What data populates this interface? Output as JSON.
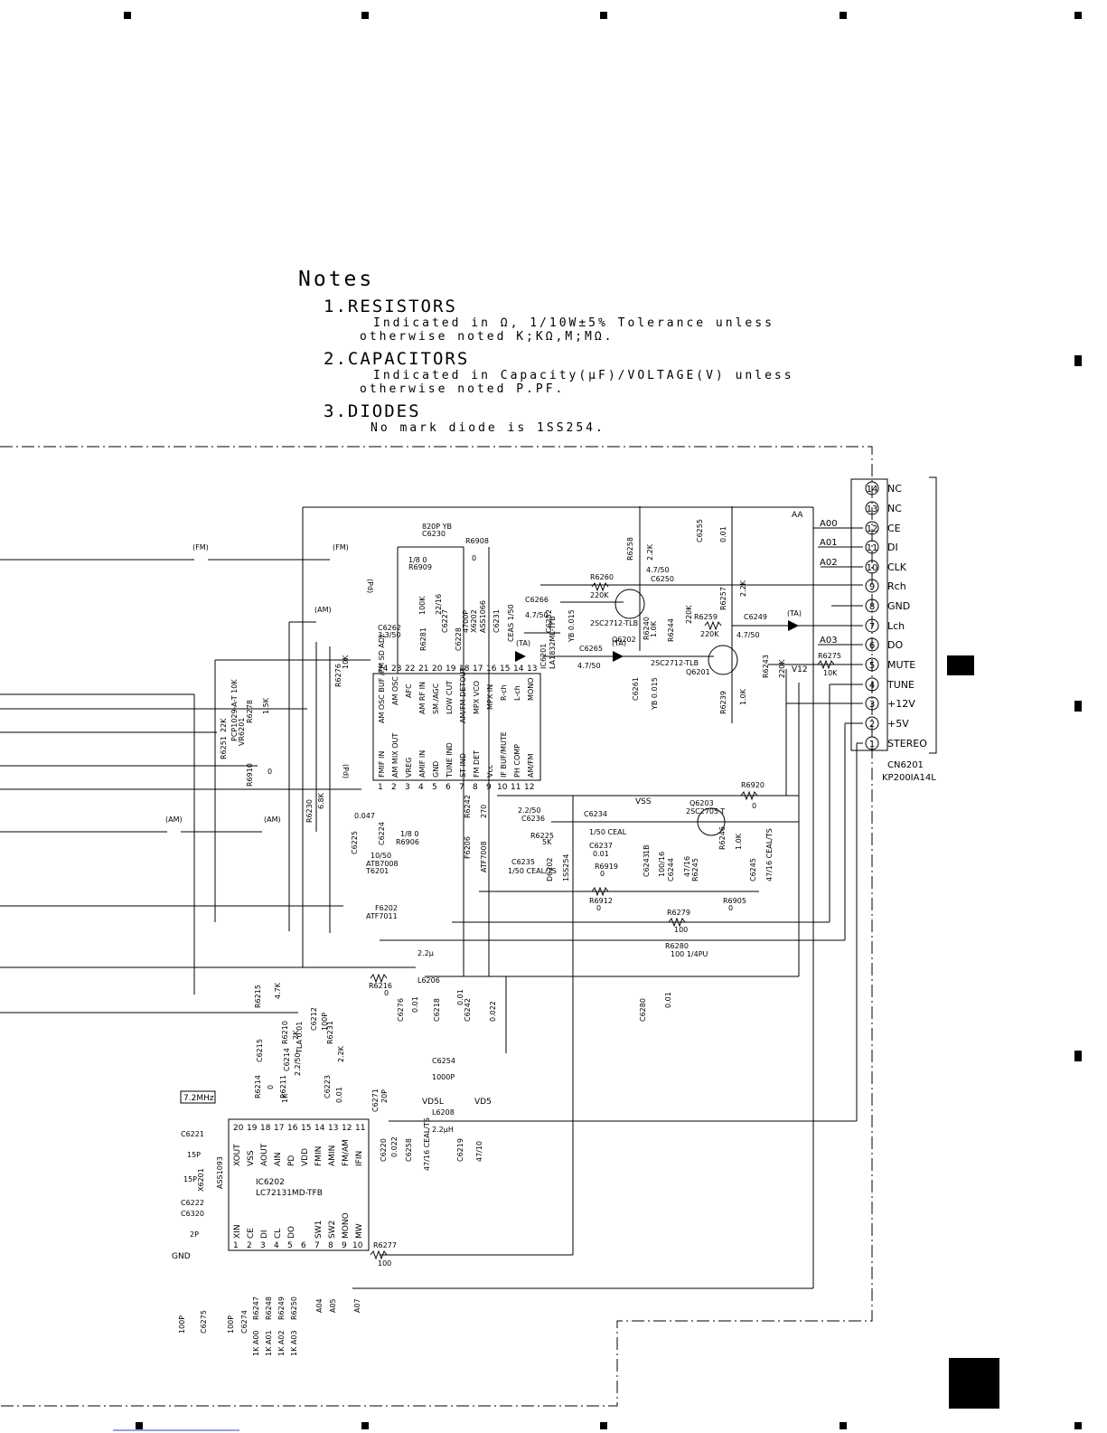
{
  "notes": {
    "title": "Notes",
    "items": [
      {
        "heading": "1.RESISTORS",
        "lines": [
          "Indicated in Ω, 1/10W±5% Tolerance unless",
          "otherwise noted K;KΩ,M;MΩ."
        ]
      },
      {
        "heading": "2.CAPACITORS",
        "lines": [
          "Indicated in Capacity(μF)/VOLTAGE(V) unless",
          "otherwise noted P.PF."
        ]
      },
      {
        "heading": "3.DIODES",
        "lines": [
          "No mark diode is 1SS254."
        ]
      }
    ]
  },
  "connector": {
    "ref": "CN6201",
    "part": "KP200IA14L",
    "pins": [
      {
        "num": "14",
        "label": "NC"
      },
      {
        "num": "13",
        "label": "NC"
      },
      {
        "num": "12",
        "label": "CE"
      },
      {
        "num": "11",
        "label": "DI"
      },
      {
        "num": "10",
        "label": "CLK"
      },
      {
        "num": "9",
        "label": "Rch"
      },
      {
        "num": "8",
        "label": "GND"
      },
      {
        "num": "7",
        "label": "Lch"
      },
      {
        "num": "6",
        "label": "DO"
      },
      {
        "num": "5",
        "label": "MUTE"
      },
      {
        "num": "4",
        "label": "TUNE"
      },
      {
        "num": "3",
        "label": "+12V"
      },
      {
        "num": "2",
        "label": "+5V"
      },
      {
        "num": "1",
        "label": "STEREO"
      }
    ]
  },
  "bus_labels": {
    "aa": "AA",
    "a00": "A00",
    "a01": "A01",
    "a02": "A02",
    "a03": "A03",
    "v12": "V12"
  },
  "ic6201": {
    "ref": "IC6201",
    "part": "LA1832ML-TFB",
    "pins_top": [
      {
        "num": "24",
        "label": "AM OSC BUF /FM SD ADJ."
      },
      {
        "num": "23",
        "label": "AM OSC"
      },
      {
        "num": "22",
        "label": "AFC"
      },
      {
        "num": "21",
        "label": "AM RF IN"
      },
      {
        "num": "20",
        "label": "SM./AGC"
      },
      {
        "num": "19",
        "label": "LOW CUT"
      },
      {
        "num": "18",
        "label": "AM/FM DETOUT"
      },
      {
        "num": "17",
        "label": "MPX VCO"
      },
      {
        "num": "16",
        "label": "MPX IN"
      },
      {
        "num": "15",
        "label": "R-ch"
      },
      {
        "num": "14",
        "label": "L-ch"
      },
      {
        "num": "13",
        "label": "MONO"
      }
    ],
    "pins_bottom": [
      {
        "num": "1",
        "label": "FMIF IN"
      },
      {
        "num": "2",
        "label": "AM MIX OUT"
      },
      {
        "num": "3",
        "label": "VREG"
      },
      {
        "num": "4",
        "label": "AMIF IN"
      },
      {
        "num": "5",
        "label": "GND"
      },
      {
        "num": "6",
        "label": "TUNE IND"
      },
      {
        "num": "7",
        "label": "ST IND"
      },
      {
        "num": "8",
        "label": "FM DET"
      },
      {
        "num": "9",
        "label": "Vcc"
      },
      {
        "num": "10",
        "label": "IF BUF/MUTE"
      },
      {
        "num": "11",
        "label": "PH COMP"
      },
      {
        "num": "12",
        "label": "AM/FM"
      }
    ]
  },
  "ic6202": {
    "ref": "IC6202",
    "part": "LC72131MD-TFB",
    "pins_top": [
      {
        "num": "20",
        "label": "XOUT"
      },
      {
        "num": "19",
        "label": "VSS"
      },
      {
        "num": "18",
        "label": "AOUT"
      },
      {
        "num": "17",
        "label": "AIN"
      },
      {
        "num": "16",
        "label": "PD"
      },
      {
        "num": "15",
        "label": "VDD"
      },
      {
        "num": "14",
        "label": "FMIN"
      },
      {
        "num": "13",
        "label": "AMIN"
      },
      {
        "num": "12",
        "label": "FM/AM"
      },
      {
        "num": "11",
        "label": "IFIN"
      }
    ],
    "pins_bottom": [
      {
        "num": "1",
        "label": "XIN"
      },
      {
        "num": "2",
        "label": "CE"
      },
      {
        "num": "3",
        "label": "DI"
      },
      {
        "num": "4",
        "label": "CL"
      },
      {
        "num": "5",
        "label": "DO"
      },
      {
        "num": "6",
        "label": ""
      },
      {
        "num": "7",
        "label": "SW1"
      },
      {
        "num": "8",
        "label": "SW2"
      },
      {
        "num": "9",
        "label": "MONO"
      },
      {
        "num": "10",
        "label": "MW"
      }
    ]
  },
  "crystal_freq": "7.2MHz",
  "signal_tags": {
    "fm": "(FM)",
    "am": "(AM)",
    "ta": "(TA)",
    "pd": "(Pd)"
  },
  "power_labels": {
    "vss": "VSS",
    "vd5l": "VD5L",
    "vd5": "VD5",
    "gnd": "GND"
  },
  "components": [
    {
      "id": "c6230",
      "ref": "C6230",
      "value": "820P YB"
    },
    {
      "id": "r6908",
      "ref": "R6908",
      "value": "0"
    },
    {
      "id": "r6909",
      "ref": "R6909",
      "value": "1/8 0"
    },
    {
      "id": "r6281",
      "ref": "R6281",
      "value": "100K"
    },
    {
      "id": "c6227",
      "ref": "C6227",
      "value": "22/16"
    },
    {
      "id": "c6228",
      "ref": "C6228",
      "value": "4700P"
    },
    {
      "id": "x6202",
      "ref": "X6202",
      "value": "ASS1066"
    },
    {
      "id": "c6231",
      "ref": "C6231",
      "value": "CEAS 1/50"
    },
    {
      "id": "c6262",
      "ref": "C6262",
      "value": "3.3/50"
    },
    {
      "id": "r6276",
      "ref": "R6276",
      "value": "10K"
    },
    {
      "id": "r6278",
      "ref": "R6278",
      "value": "1.5K"
    },
    {
      "id": "r6251",
      "ref": "R6251",
      "value": "22K"
    },
    {
      "id": "vr6201",
      "ref": "VR6201",
      "value": "PCP1029-A-T 10K"
    },
    {
      "id": "r6910",
      "ref": "R6910",
      "value": "0"
    },
    {
      "id": "r6230",
      "ref": "R6230",
      "value": "6.8K"
    },
    {
      "id": "c6225",
      "ref": "C6225",
      "value": "0.047"
    },
    {
      "id": "c6224",
      "ref": "C6224",
      "value": "10/50"
    },
    {
      "id": "r6906",
      "ref": "R6906",
      "value": "1/8 0"
    },
    {
      "id": "t6201",
      "ref": "T6201",
      "value": "ATB7008"
    },
    {
      "id": "f6202",
      "ref": "F6202",
      "value": "ATF7011"
    },
    {
      "id": "r6242",
      "ref": "R6242",
      "value": "270"
    },
    {
      "id": "f6206",
      "ref": "F6206",
      "value": "ATF7008"
    },
    {
      "id": "c6236",
      "ref": "C6236",
      "value": "2.2/50"
    },
    {
      "id": "r6225",
      "ref": "R6225",
      "value": "5K"
    },
    {
      "id": "c6235",
      "ref": "C6235",
      "value": "1/50 CEAL/TS"
    },
    {
      "id": "d6202",
      "ref": "D6202",
      "value": "1SS254"
    },
    {
      "id": "c6234",
      "ref": "C6234",
      "value": "1/50 CEAL"
    },
    {
      "id": "c6237",
      "ref": "C6237",
      "value": "0.01"
    },
    {
      "id": "r6919",
      "ref": "R6919",
      "value": "0"
    },
    {
      "id": "r6912",
      "ref": "R6912",
      "value": "0"
    },
    {
      "id": "c6243",
      "ref": "C6243",
      "value": "1B"
    },
    {
      "id": "c6244",
      "ref": "C6244",
      "value": "100/16"
    },
    {
      "id": "r6245",
      "ref": "R6245",
      "value": "47/16"
    },
    {
      "id": "r6246",
      "ref": "R6246",
      "value": "1.0K"
    },
    {
      "id": "c6245",
      "ref": "C6245",
      "value": "47/16 CEAL/TS"
    },
    {
      "id": "q6203",
      "ref": "Q6203",
      "value": "2SC2705-T"
    },
    {
      "id": "r6920",
      "ref": "R6920",
      "value": "0"
    },
    {
      "id": "r6905",
      "ref": "R6905",
      "value": "0"
    },
    {
      "id": "r6279",
      "ref": "R6279",
      "value": "100"
    },
    {
      "id": "r6280",
      "ref": "R6280",
      "value": "100 1/4PU"
    },
    {
      "id": "c6280",
      "ref": "C6280",
      "value": "0.01"
    },
    {
      "id": "c6266",
      "ref": "C6266",
      "value": "4.7/50"
    },
    {
      "id": "c6252",
      "ref": "C6252",
      "value": "YB 0.015"
    },
    {
      "id": "c6265",
      "ref": "C6265",
      "value": "4.7/50"
    },
    {
      "id": "c6261",
      "ref": "C6261",
      "value": "YB 0.015"
    },
    {
      "id": "r6260",
      "ref": "R6260",
      "value": "220K"
    },
    {
      "id": "r6258",
      "ref": "R6258",
      "value": "2.2K"
    },
    {
      "id": "c6250",
      "ref": "C6250",
      "value": "4.7/50"
    },
    {
      "id": "c6255",
      "ref": "C6255",
      "value": "0.01"
    },
    {
      "id": "q6202",
      "ref": "Q6202",
      "value": "2SC2712-TLB"
    },
    {
      "id": "r6240",
      "ref": "R6240",
      "value": "1.0K"
    },
    {
      "id": "r6244",
      "ref": "R6244",
      "value": "220K"
    },
    {
      "id": "r6259",
      "ref": "R6259",
      "value": "220K"
    },
    {
      "id": "r6257",
      "ref": "R6257",
      "value": "2.2K"
    },
    {
      "id": "c6249",
      "ref": "C6249",
      "value": "4.7/50"
    },
    {
      "id": "q6201",
      "ref": "Q6201",
      "value": "2SC2712-TLB"
    },
    {
      "id": "r6239",
      "ref": "R6239",
      "value": "1.0K"
    },
    {
      "id": "r6243",
      "ref": "R6243",
      "value": "220K"
    },
    {
      "id": "r6275",
      "ref": "R6275",
      "value": "10K"
    },
    {
      "id": "l6206",
      "ref": "L6206",
      "value": "2.2μ"
    },
    {
      "id": "r6216",
      "ref": "R6216",
      "value": "0"
    },
    {
      "id": "c6276",
      "ref": "C6276",
      "value": "0.01"
    },
    {
      "id": "c6218",
      "ref": "C6218",
      "value": "0.01"
    },
    {
      "id": "c6242",
      "ref": "C6242",
      "value": "0.022"
    },
    {
      "id": "r6215",
      "ref": "R6215",
      "value": "4.7K"
    },
    {
      "id": "c6215",
      "ref": "C6215",
      "value": "TLA 0.01"
    },
    {
      "id": "r6210",
      "ref": "R6210",
      "value": "2K"
    },
    {
      "id": "c6212",
      "ref": "C6212",
      "value": "100P"
    },
    {
      "id": "c6214",
      "ref": "C6214",
      "value": "2.2/50"
    },
    {
      "id": "r6231",
      "ref": "R6231",
      "value": "2.2K"
    },
    {
      "id": "c6223",
      "ref": "C6223",
      "value": "0.01"
    },
    {
      "id": "r6214",
      "ref": "R6214",
      "value": "0"
    },
    {
      "id": "r6211",
      "ref": "R6211",
      "value": "1K"
    },
    {
      "id": "c6254",
      "ref": "C6254",
      "value": "1000P"
    },
    {
      "id": "c6271",
      "ref": "C6271",
      "value": "20P"
    },
    {
      "id": "l6208",
      "ref": "L6208",
      "value": "2.2μH"
    },
    {
      "id": "c6220",
      "ref": "C6220",
      "value": "0.022"
    },
    {
      "id": "c6258",
      "ref": "C6258",
      "value": "47/16 CEAL/TS"
    },
    {
      "id": "c6219",
      "ref": "C6219",
      "value": "47/10"
    },
    {
      "id": "c6221",
      "ref": "C6221",
      "value": "15P"
    },
    {
      "id": "x6201",
      "ref": "X6201",
      "value": "ASS1093"
    },
    {
      "id": "c6222",
      "ref": "C6222",
      "value": "15P"
    },
    {
      "id": "c6320",
      "ref": "C6320",
      "value": "2P"
    },
    {
      "id": "r6277",
      "ref": "R6277",
      "value": "100"
    },
    {
      "id": "c6275",
      "ref": "C6275",
      "value": "100P"
    },
    {
      "id": "c6274",
      "ref": "C6274",
      "value": "100P"
    },
    {
      "id": "r6247",
      "ref": "R6247",
      "value": "1K A00"
    },
    {
      "id": "r6248",
      "ref": "R6248",
      "value": "1K A01"
    },
    {
      "id": "r6249",
      "ref": "R6249",
      "value": "1K A02"
    },
    {
      "id": "r6250",
      "ref": "R6250",
      "value": "1K A03"
    }
  ],
  "bottom_bus": {
    "a04": "A04",
    "a05": "A05",
    "a07": "A07"
  }
}
